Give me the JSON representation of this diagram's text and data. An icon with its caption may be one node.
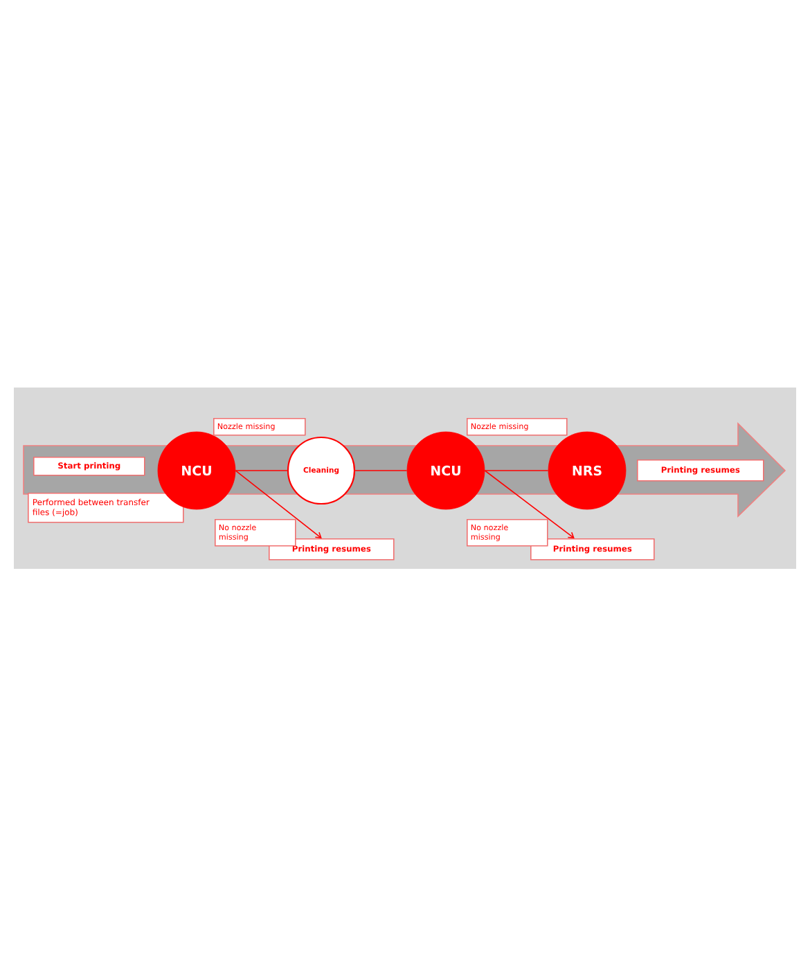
{
  "diagram": {
    "nodes": [
      {
        "text": [
          "Start printing"
        ]
      },
      {
        "text": [
          "Performed between transfer files (=job)"
        ]
      },
      {
        "text": [
          "NCU"
        ]
      },
      {
        "text": [
          "Nozzle missing"
        ]
      },
      {
        "text": [
          "Cleaning"
        ]
      },
      {
        "text": [
          "Printing resumes"
        ]
      },
      {
        "text": [
          "NCU"
        ]
      },
      {
        "text": [
          "Nozzle missing"
        ]
      },
      {
        "text": [
          "NRS"
        ]
      },
      {
        "text": [
          "Printing resumes"
        ]
      },
      {
        "text": [
          "Printing resumes"
        ]
      }
    ],
    "edges": [
      {
        "from": 2,
        "to": 4,
        "arrow": "none"
      },
      {
        "from": 2,
        "to": 5,
        "arrow": "to",
        "label": "No nozzle missing"
      },
      {
        "from": 4,
        "to": 6,
        "arrow": "none"
      },
      {
        "from": 6,
        "to": 8,
        "arrow": "none"
      },
      {
        "from": 6,
        "to": 9,
        "arrow": "to",
        "label": "No nozzle missing"
      }
    ]
  }
}
